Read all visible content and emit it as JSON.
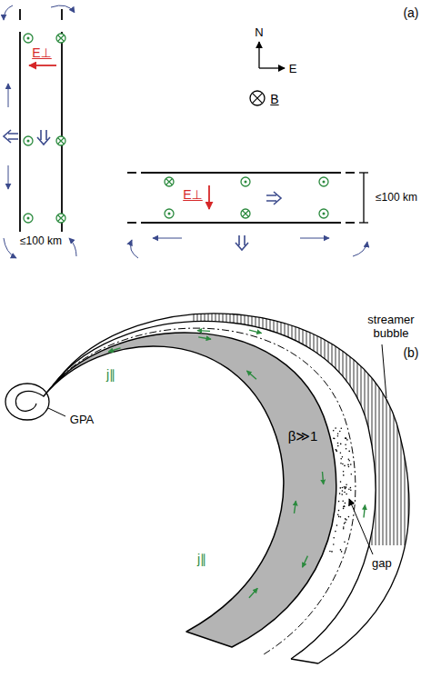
{
  "diagram": {
    "labels": [
      "(a)",
      "N",
      "E",
      "B",
      "E⊥",
      "≤100 km",
      "E⊥",
      "≤100 km",
      "(b)",
      "streamer bubble",
      "GPA",
      "j∥",
      "j∥",
      "β≫1",
      "gap"
    ]
  }
}
